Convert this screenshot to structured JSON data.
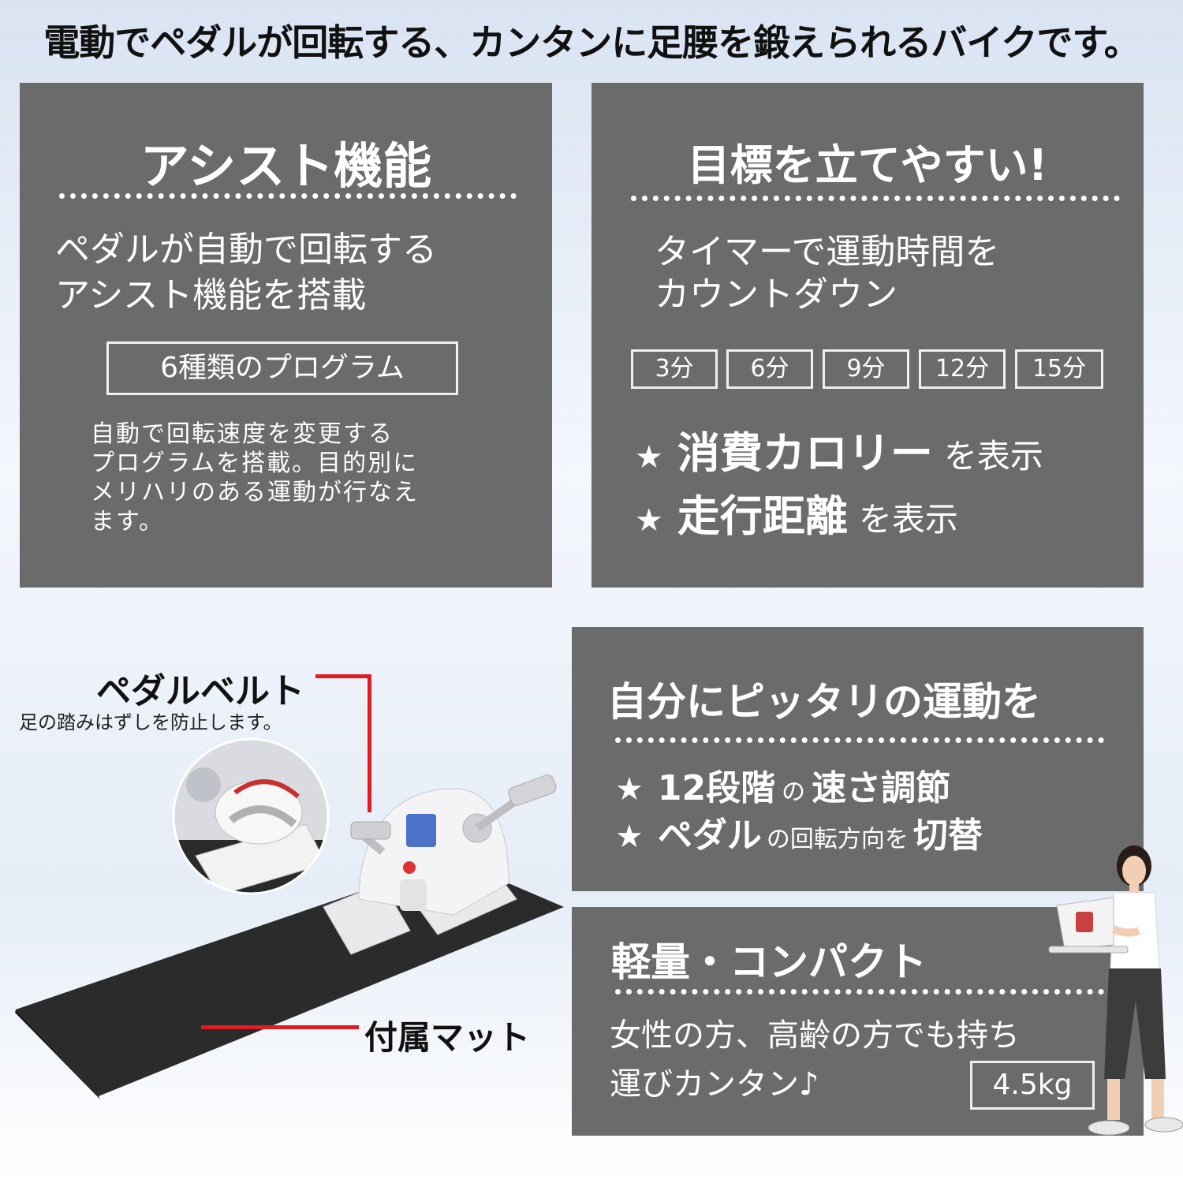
{
  "headline": "電動でペダルが回転する、カンタンに足腰を鍛えられるバイクです。",
  "assist": {
    "title": "アシスト機能",
    "desc_line1": "ペダルが自動で回転する",
    "desc_line2": "アシスト機能を搭載",
    "program_label": "6種類のプログラム",
    "note_line1": "自動で回転速度を変更する",
    "note_line2": "プログラムを搭載。目的別に",
    "note_line3": "メリハリのある運動が行なえ",
    "note_line4": "ます。"
  },
  "goal": {
    "title": "目標を立てやすい!",
    "desc_line1": "タイマーで運動時間を",
    "desc_line2": "カウントダウン",
    "timers": [
      "3分",
      "6分",
      "9分",
      "12分",
      "15分"
    ],
    "feature1_big": "消費カロリー",
    "feature1_small": "を表示",
    "feature2_big": "走行距離",
    "feature2_small": "を表示",
    "star": "★"
  },
  "fit": {
    "title": "自分にピッタリの運動を",
    "item1_a": "12段階",
    "item1_b": "の",
    "item1_c": "速さ調節",
    "item2_a": "ペダル",
    "item2_b": "の回転方向を",
    "item2_c": "切替",
    "star": "★"
  },
  "compact": {
    "title": "軽量・コンパクト",
    "desc_line1": "女性の方、高齢の方でも持ち",
    "desc_line2": "運びカンタン♪",
    "weight": "4.5kg"
  },
  "callouts": {
    "belt_title": "ペダルベルト",
    "belt_sub": "足の踏みはずしを防止します。",
    "mat_title": "付属マット"
  },
  "colors": {
    "panel": "#6b6b6b",
    "callout_line": "#e01b24"
  }
}
